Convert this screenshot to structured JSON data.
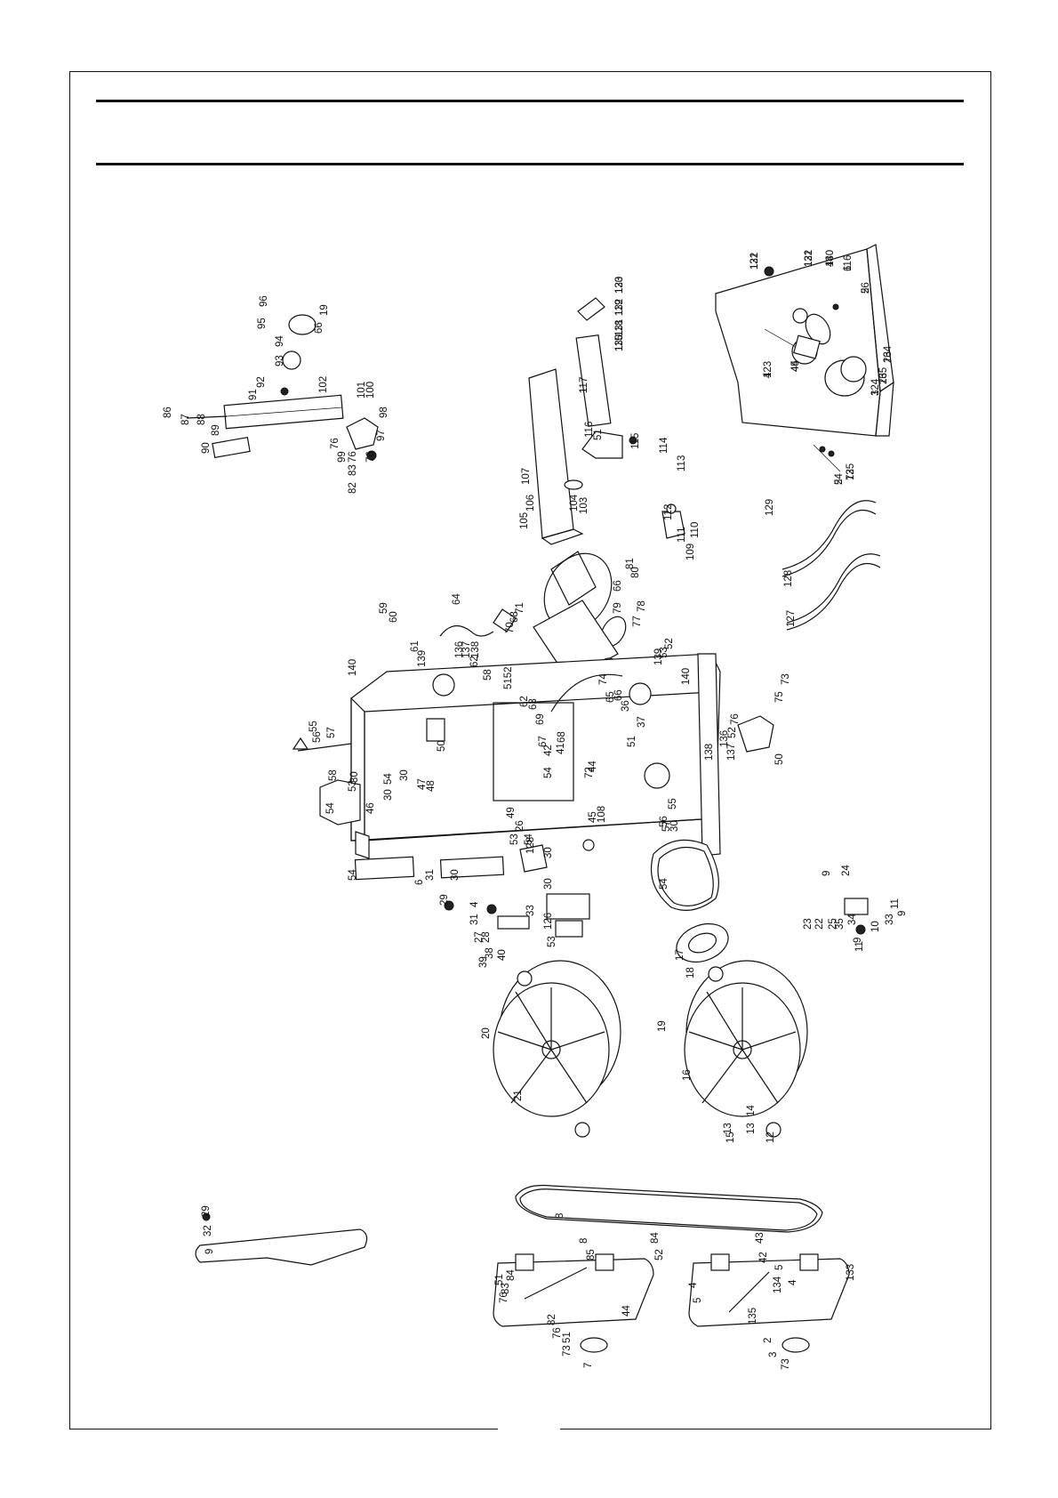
{
  "page": {
    "border_color": "#111111",
    "background": "#ffffff"
  },
  "labels": [
    "121",
    "122",
    "44",
    "116",
    "26",
    "123",
    "44",
    "26",
    "26",
    "124",
    "54",
    "125",
    "120",
    "119",
    "118",
    "115",
    "117",
    "116",
    "51",
    "115",
    "114",
    "113",
    "107",
    "106",
    "105",
    "104",
    "103",
    "112",
    "111",
    "110",
    "109",
    "96",
    "95",
    "19",
    "66",
    "94",
    "93",
    "92",
    "91",
    "102",
    "101",
    "100",
    "98",
    "97",
    "76",
    "76",
    "99",
    "76",
    "83",
    "82",
    "90",
    "89",
    "88",
    "87",
    "86",
    "129",
    "128",
    "127",
    "81",
    "80",
    "66",
    "79",
    "77",
    "78",
    "71",
    "70",
    "68",
    "64",
    "59",
    "60",
    "61",
    "136",
    "137",
    "138",
    "62",
    "139",
    "140",
    "58",
    "5152",
    "62",
    "63",
    "69",
    "67",
    "68",
    "41",
    "42",
    "54",
    "72",
    "44",
    "74",
    "65",
    "66",
    "36",
    "37",
    "51",
    "52",
    "53",
    "139",
    "140",
    "73",
    "75",
    "76",
    "52",
    "136",
    "137",
    "138",
    "50",
    "55",
    "56",
    "57",
    "58",
    "53",
    "30",
    "54",
    "30",
    "30",
    "54",
    "46",
    "47",
    "48",
    "50",
    "49",
    "26",
    "53",
    "54",
    "128",
    "30",
    "45",
    "108",
    "55",
    "56",
    "57",
    "30",
    "54",
    "6",
    "31",
    "30",
    "29",
    "4",
    "31",
    "27",
    "28",
    "38",
    "39",
    "40",
    "33",
    "126",
    "53",
    "30",
    "54",
    "17",
    "18",
    "19",
    "20",
    "21",
    "16",
    "13",
    "15",
    "14",
    "13",
    "12",
    "9",
    "24",
    "23",
    "22",
    "25",
    "35",
    "34",
    "9",
    "11",
    "11",
    "10",
    "33",
    "9",
    "8",
    "29",
    "32",
    "9",
    "8",
    "85",
    "84",
    "52",
    "51",
    "76",
    "84",
    "83",
    "82",
    "76",
    "51",
    "73",
    "7",
    "44",
    "43",
    "42",
    "5",
    "4",
    "5",
    "4",
    "134",
    "135",
    "2",
    "3",
    "73",
    "133",
    "132",
    "131",
    "130",
    "6",
    "5",
    "4",
    "45",
    "134",
    "135",
    "3",
    "2",
    "73",
    "133",
    "132",
    "131",
    "130",
    "1"
  ]
}
